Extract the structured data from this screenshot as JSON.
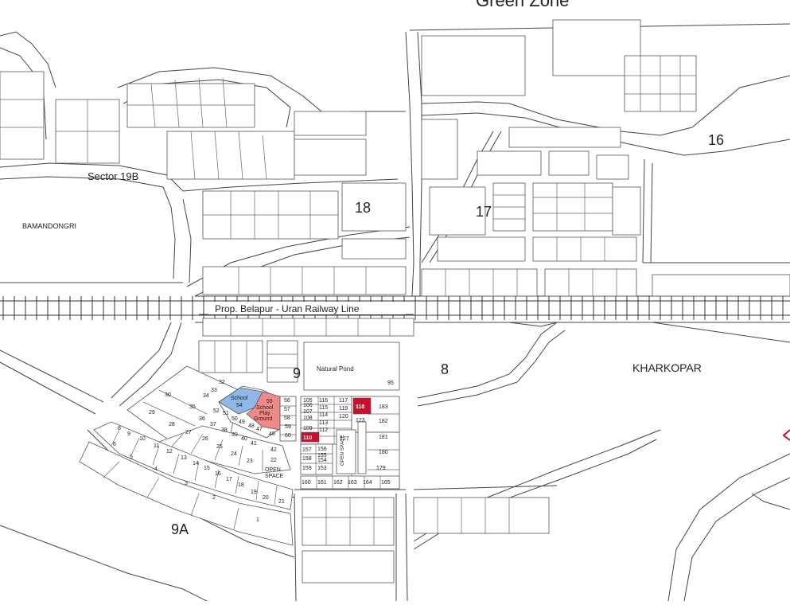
{
  "zone_title": "Green Zone",
  "sectors": {
    "s16": "16",
    "s17": "17",
    "s18": "18",
    "s9": "9",
    "s8": "8",
    "s9a": "9A",
    "s19b": "Sector 19B"
  },
  "places": {
    "bamandongri": "BAMANDONGRI",
    "kharkopar": "KHARKOPAR",
    "natural_pond": "Natural Pond",
    "open_space_1": "OPEN SPACE",
    "open_space_2": "OPEN SPACE"
  },
  "railway": {
    "label": "Prop. Belapur - Uran Railway Line"
  },
  "school": {
    "label": "School",
    "plot": "54",
    "color": "#8fb8e8"
  },
  "playground": {
    "label_1": "School",
    "label_2": "Play",
    "label_3": "Ground",
    "plot": "55",
    "color": "#f08a8a"
  },
  "highlight_color": "#c8102e",
  "highlighted_plots": {
    "p118": "118",
    "p110": "110"
  },
  "plots": [
    {
      "n": "1"
    },
    {
      "n": "2"
    },
    {
      "n": "3"
    },
    {
      "n": "4"
    },
    {
      "n": "5"
    },
    {
      "n": "6"
    },
    {
      "n": "8"
    },
    {
      "n": "9"
    },
    {
      "n": "10"
    },
    {
      "n": "11"
    },
    {
      "n": "12"
    },
    {
      "n": "13"
    },
    {
      "n": "14"
    },
    {
      "n": "15"
    },
    {
      "n": "16"
    },
    {
      "n": "17"
    },
    {
      "n": "18"
    },
    {
      "n": "19"
    },
    {
      "n": "20"
    },
    {
      "n": "21"
    },
    {
      "n": "22"
    },
    {
      "n": "23"
    },
    {
      "n": "24"
    },
    {
      "n": "25"
    },
    {
      "n": "26"
    },
    {
      "n": "27"
    },
    {
      "n": "28"
    },
    {
      "n": "29"
    },
    {
      "n": "30"
    },
    {
      "n": "32"
    },
    {
      "n": "33"
    },
    {
      "n": "34"
    },
    {
      "n": "35"
    },
    {
      "n": "36"
    },
    {
      "n": "37"
    },
    {
      "n": "38"
    },
    {
      "n": "39"
    },
    {
      "n": "40"
    },
    {
      "n": "41"
    },
    {
      "n": "42"
    },
    {
      "n": "46"
    },
    {
      "n": "47"
    },
    {
      "n": "48"
    },
    {
      "n": "49"
    },
    {
      "n": "50"
    },
    {
      "n": "51"
    },
    {
      "n": "52"
    },
    {
      "n": "56"
    },
    {
      "n": "57"
    },
    {
      "n": "58"
    },
    {
      "n": "59"
    },
    {
      "n": "60"
    },
    {
      "n": "95"
    },
    {
      "n": "105"
    },
    {
      "n": "106"
    },
    {
      "n": "107"
    },
    {
      "n": "108"
    },
    {
      "n": "109"
    },
    {
      "n": "112"
    },
    {
      "n": "113"
    },
    {
      "n": "114"
    },
    {
      "n": "115"
    },
    {
      "n": "116"
    },
    {
      "n": "117"
    },
    {
      "n": "119"
    },
    {
      "n": "120"
    },
    {
      "n": "123"
    },
    {
      "n": "127"
    },
    {
      "n": "153"
    },
    {
      "n": "154"
    },
    {
      "n": "155"
    },
    {
      "n": "156"
    },
    {
      "n": "157"
    },
    {
      "n": "158"
    },
    {
      "n": "159"
    },
    {
      "n": "160"
    },
    {
      "n": "161"
    },
    {
      "n": "162"
    },
    {
      "n": "163"
    },
    {
      "n": "164"
    },
    {
      "n": "165"
    },
    {
      "n": "179"
    },
    {
      "n": "180"
    },
    {
      "n": "181"
    },
    {
      "n": "182"
    },
    {
      "n": "183"
    }
  ],
  "open_space_vertical": "OPEN SPACE"
}
